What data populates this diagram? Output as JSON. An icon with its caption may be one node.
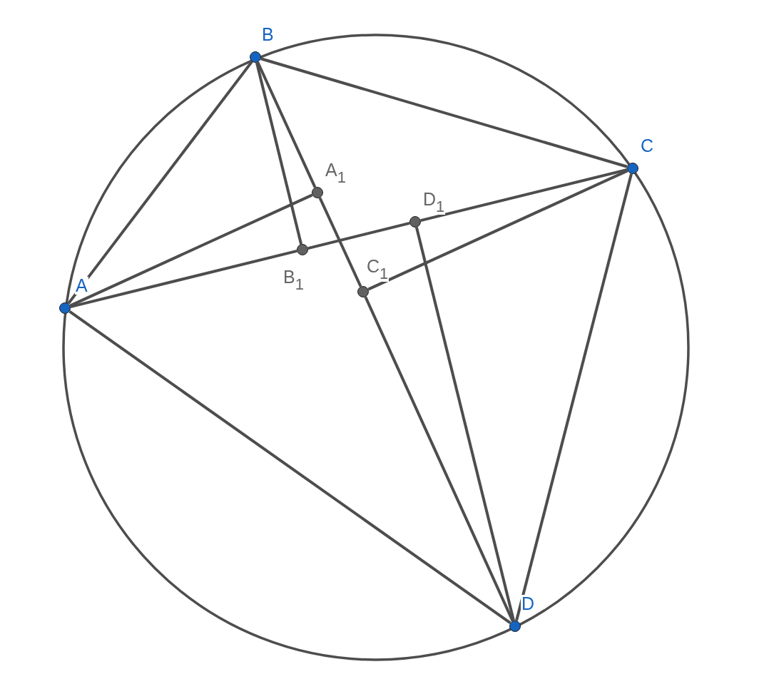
{
  "diagram": {
    "nodes": [
      {
        "text": [
          "A"
        ]
      },
      {
        "text": [
          "B"
        ]
      },
      {
        "text": [
          "C"
        ]
      },
      {
        "text": [
          "D"
        ]
      },
      {
        "text": [
          "A$_{1}$"
        ]
      },
      {
        "text": [
          "B$_{1}$"
        ]
      },
      {
        "text": [
          "C$_{1}$"
        ]
      },
      {
        "text": [
          "D$_{1}$"
        ]
      }
    ],
    "edges": [
      {
        "from": 0,
        "to": 1,
        "arrow": "none"
      },
      {
        "from": 1,
        "to": 2,
        "arrow": "none"
      },
      {
        "from": 2,
        "to": 3,
        "arrow": "none"
      },
      {
        "from": 3,
        "to": 0,
        "arrow": "none"
      },
      {
        "from": 1,
        "to": 4,
        "arrow": "none"
      },
      {
        "from": 4,
        "to": 6,
        "arrow": "none"
      },
      {
        "from": 6,
        "to": 3,
        "arrow": "none"
      },
      {
        "from": 0,
        "to": 5,
        "arrow": "none"
      },
      {
        "from": 5,
        "to": 7,
        "arrow": "none"
      },
      {
        "from": 7,
        "to": 2,
        "arrow": "none"
      },
      {
        "from": 0,
        "to": 4,
        "arrow": "none"
      },
      {
        "from": 1,
        "to": 5,
        "arrow": "none"
      },
      {
        "from": 2,
        "to": 6,
        "arrow": "none"
      },
      {
        "from": 3,
        "to": 7,
        "arrow": "none"
      }
    ]
  }
}
